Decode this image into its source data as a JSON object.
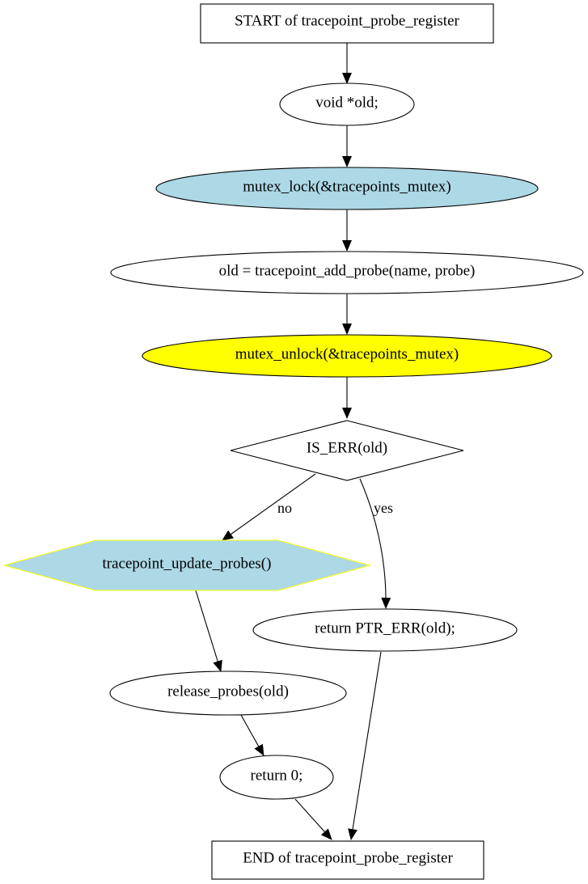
{
  "nodes": {
    "start": {
      "label": "START of tracepoint_probe_register",
      "shape": "box",
      "fill": "#ffffff",
      "stroke": "#000000"
    },
    "decl_old": {
      "label": "void *old;",
      "shape": "ellipse",
      "fill": "#ffffff",
      "stroke": "#000000"
    },
    "mutex_lock": {
      "label": "mutex_lock(&tracepoints_mutex)",
      "shape": "ellipse",
      "fill": "#add8e6",
      "stroke": "#000000"
    },
    "add_probe": {
      "label": "old = tracepoint_add_probe(name, probe)",
      "shape": "ellipse",
      "fill": "#ffffff",
      "stroke": "#000000"
    },
    "mutex_unlock": {
      "label": "mutex_unlock(&tracepoints_mutex)",
      "shape": "ellipse",
      "fill": "#ffff00",
      "stroke": "#000000"
    },
    "is_err": {
      "label": "IS_ERR(old)",
      "shape": "diamond",
      "fill": "#ffffff",
      "stroke": "#000000"
    },
    "update_probes": {
      "label": "tracepoint_update_probes()",
      "shape": "hexagon",
      "fill": "#add8e6",
      "stroke": "#ffff00"
    },
    "return_err": {
      "label": "return PTR_ERR(old);",
      "shape": "ellipse",
      "fill": "#ffffff",
      "stroke": "#000000"
    },
    "release_probes": {
      "label": "release_probes(old)",
      "shape": "ellipse",
      "fill": "#ffffff",
      "stroke": "#000000"
    },
    "return_zero": {
      "label": "return 0;",
      "shape": "ellipse",
      "fill": "#ffffff",
      "stroke": "#000000"
    },
    "end": {
      "label": "END of tracepoint_probe_register",
      "shape": "box",
      "fill": "#ffffff",
      "stroke": "#000000"
    }
  },
  "edges": [
    {
      "from": "start",
      "to": "decl_old",
      "label": ""
    },
    {
      "from": "decl_old",
      "to": "mutex_lock",
      "label": ""
    },
    {
      "from": "mutex_lock",
      "to": "add_probe",
      "label": ""
    },
    {
      "from": "add_probe",
      "to": "mutex_unlock",
      "label": ""
    },
    {
      "from": "mutex_unlock",
      "to": "is_err",
      "label": ""
    },
    {
      "from": "is_err",
      "to": "update_probes",
      "label": "no"
    },
    {
      "from": "is_err",
      "to": "return_err",
      "label": "yes"
    },
    {
      "from": "update_probes",
      "to": "release_probes",
      "label": ""
    },
    {
      "from": "release_probes",
      "to": "return_zero",
      "label": ""
    },
    {
      "from": "return_zero",
      "to": "end",
      "label": ""
    },
    {
      "from": "return_err",
      "to": "end",
      "label": ""
    }
  ]
}
